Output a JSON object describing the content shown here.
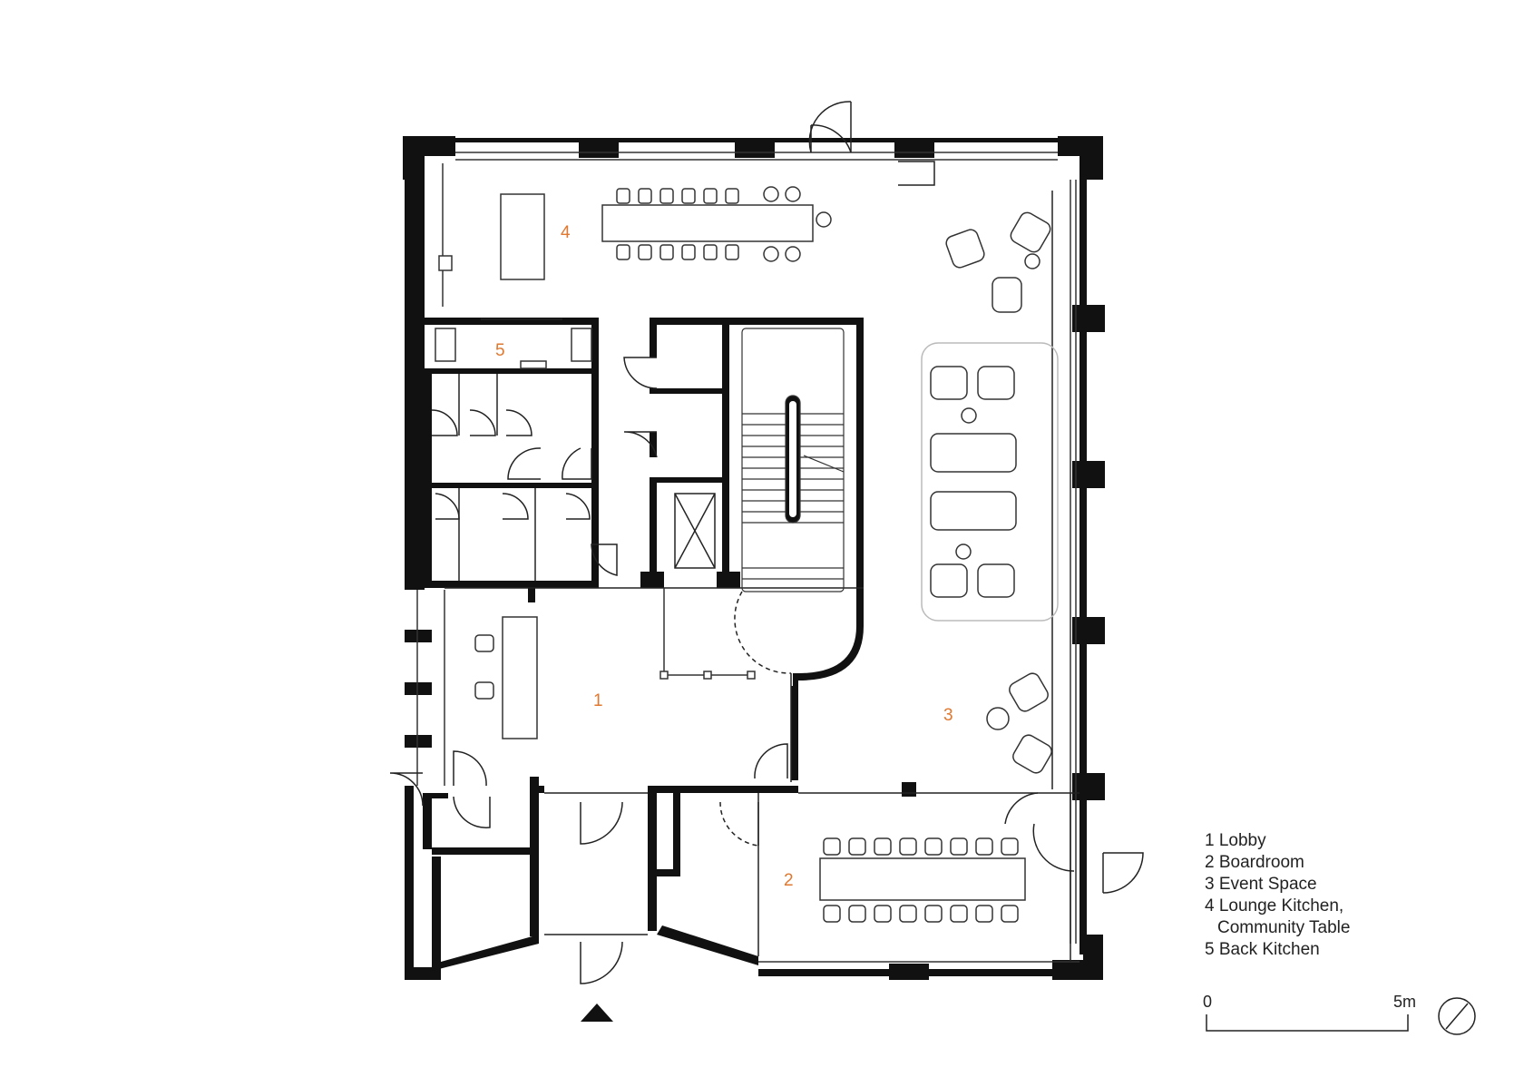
{
  "rooms": [
    {
      "number": "1",
      "label": "1 Lobby"
    },
    {
      "number": "2",
      "label": "2 Boardroom"
    },
    {
      "number": "3",
      "label": "3 Event Space"
    },
    {
      "number": "4",
      "label": "4 Lounge Kitchen,",
      "label_line2": "Community Table"
    },
    {
      "number": "5",
      "label": "5 Back Kitchen"
    }
  ],
  "scale_bar": {
    "start_label": "0",
    "end_label": "5m"
  },
  "colors": {
    "walls": "#111111",
    "room_numbers": "#e0782f",
    "thin_lines": "#333333",
    "zone_outline": "#bbbbbb"
  },
  "icons": {
    "north_arrow": "north-arrow-icon",
    "entrance": "entrance-triangle-icon"
  }
}
